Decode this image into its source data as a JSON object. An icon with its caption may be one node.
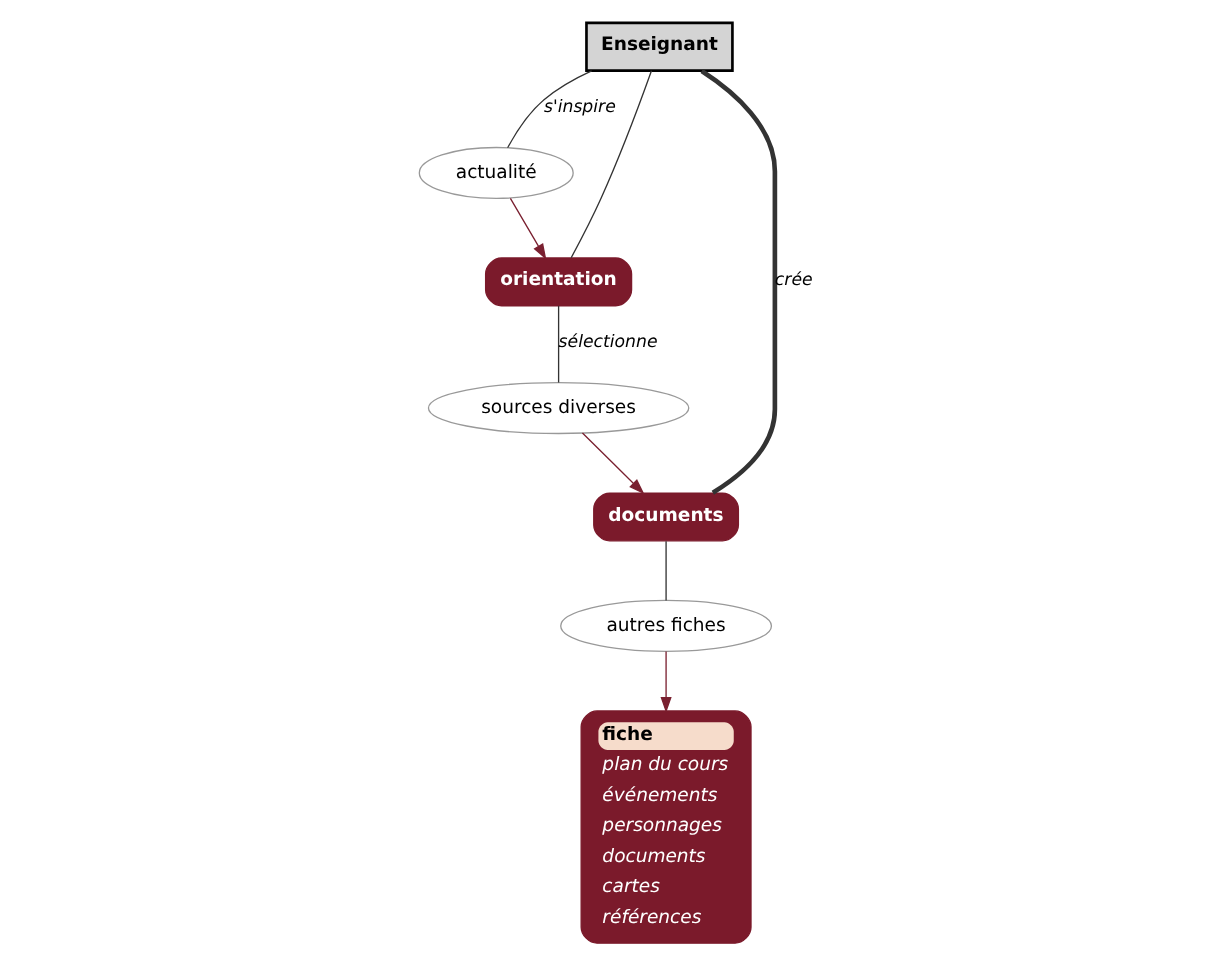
{
  "diagram": {
    "nodes": [
      {
        "text": [
          "actualité"
        ]
      },
      {
        "text": [
          "orientation"
        ]
      },
      {
        "text": [
          "Enseignant"
        ]
      },
      {
        "text": [
          "sources diverses"
        ]
      },
      {
        "text": [
          "documents"
        ]
      },
      {
        "text": [
          "fiche",
          "plan du cours",
          "événements",
          "personnages",
          "documents",
          "cartes",
          "références"
        ]
      },
      {
        "text": [
          "autres fiches"
        ]
      }
    ],
    "edges": [
      {
        "from": 2,
        "to": 0,
        "arrow": "none",
        "label": "s'inspire"
      },
      {
        "from": 0,
        "to": 1,
        "arrow": "to",
        "color": "#7a2030"
      },
      {
        "from": 2,
        "to": 1,
        "arrow": "none"
      },
      {
        "from": 1,
        "to": 3,
        "arrow": "none",
        "label": "sélectionne"
      },
      {
        "from": 3,
        "to": 4,
        "arrow": "to",
        "color": "#7a2030"
      },
      {
        "from": 2,
        "to": 4,
        "arrow": "none",
        "label": "crée",
        "style": "thick"
      },
      {
        "from": 4,
        "to": 6,
        "arrow": "none"
      },
      {
        "from": 6,
        "to": 5,
        "arrow": "to",
        "color": "#7a2030"
      }
    ]
  }
}
